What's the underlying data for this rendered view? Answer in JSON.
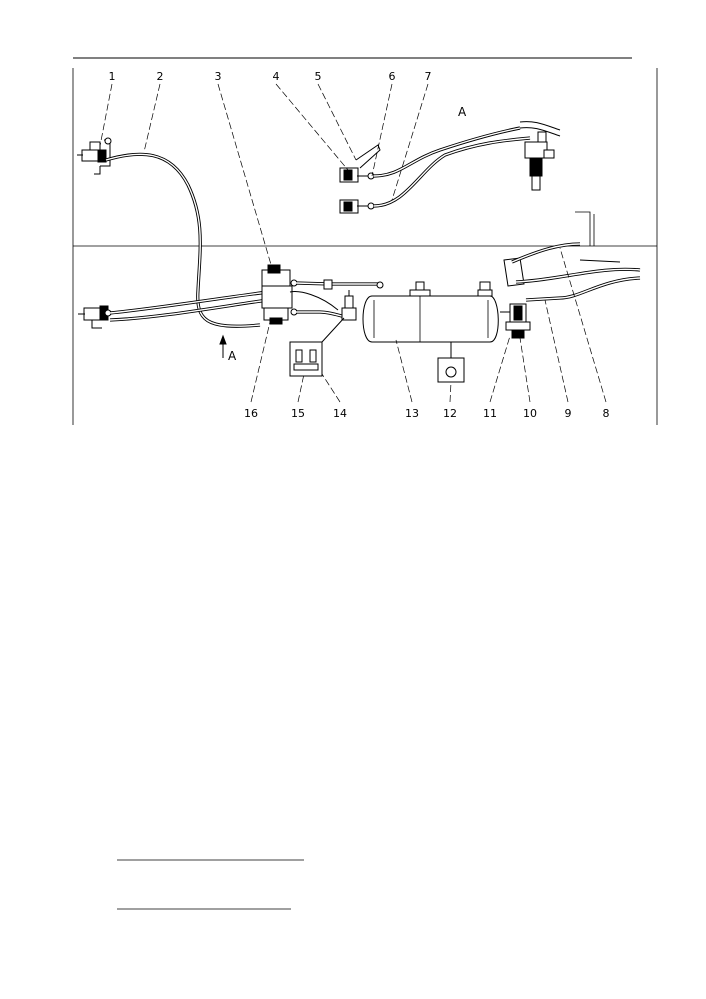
{
  "diagram": {
    "callouts_top": [
      "1",
      "2",
      "3",
      "4",
      "5",
      "6",
      "7"
    ],
    "callouts_bottom": [
      "16",
      "15",
      "14",
      "13",
      "12",
      "11",
      "10",
      "9",
      "8"
    ],
    "view_label_top": "A",
    "view_label_arrow": "A"
  }
}
